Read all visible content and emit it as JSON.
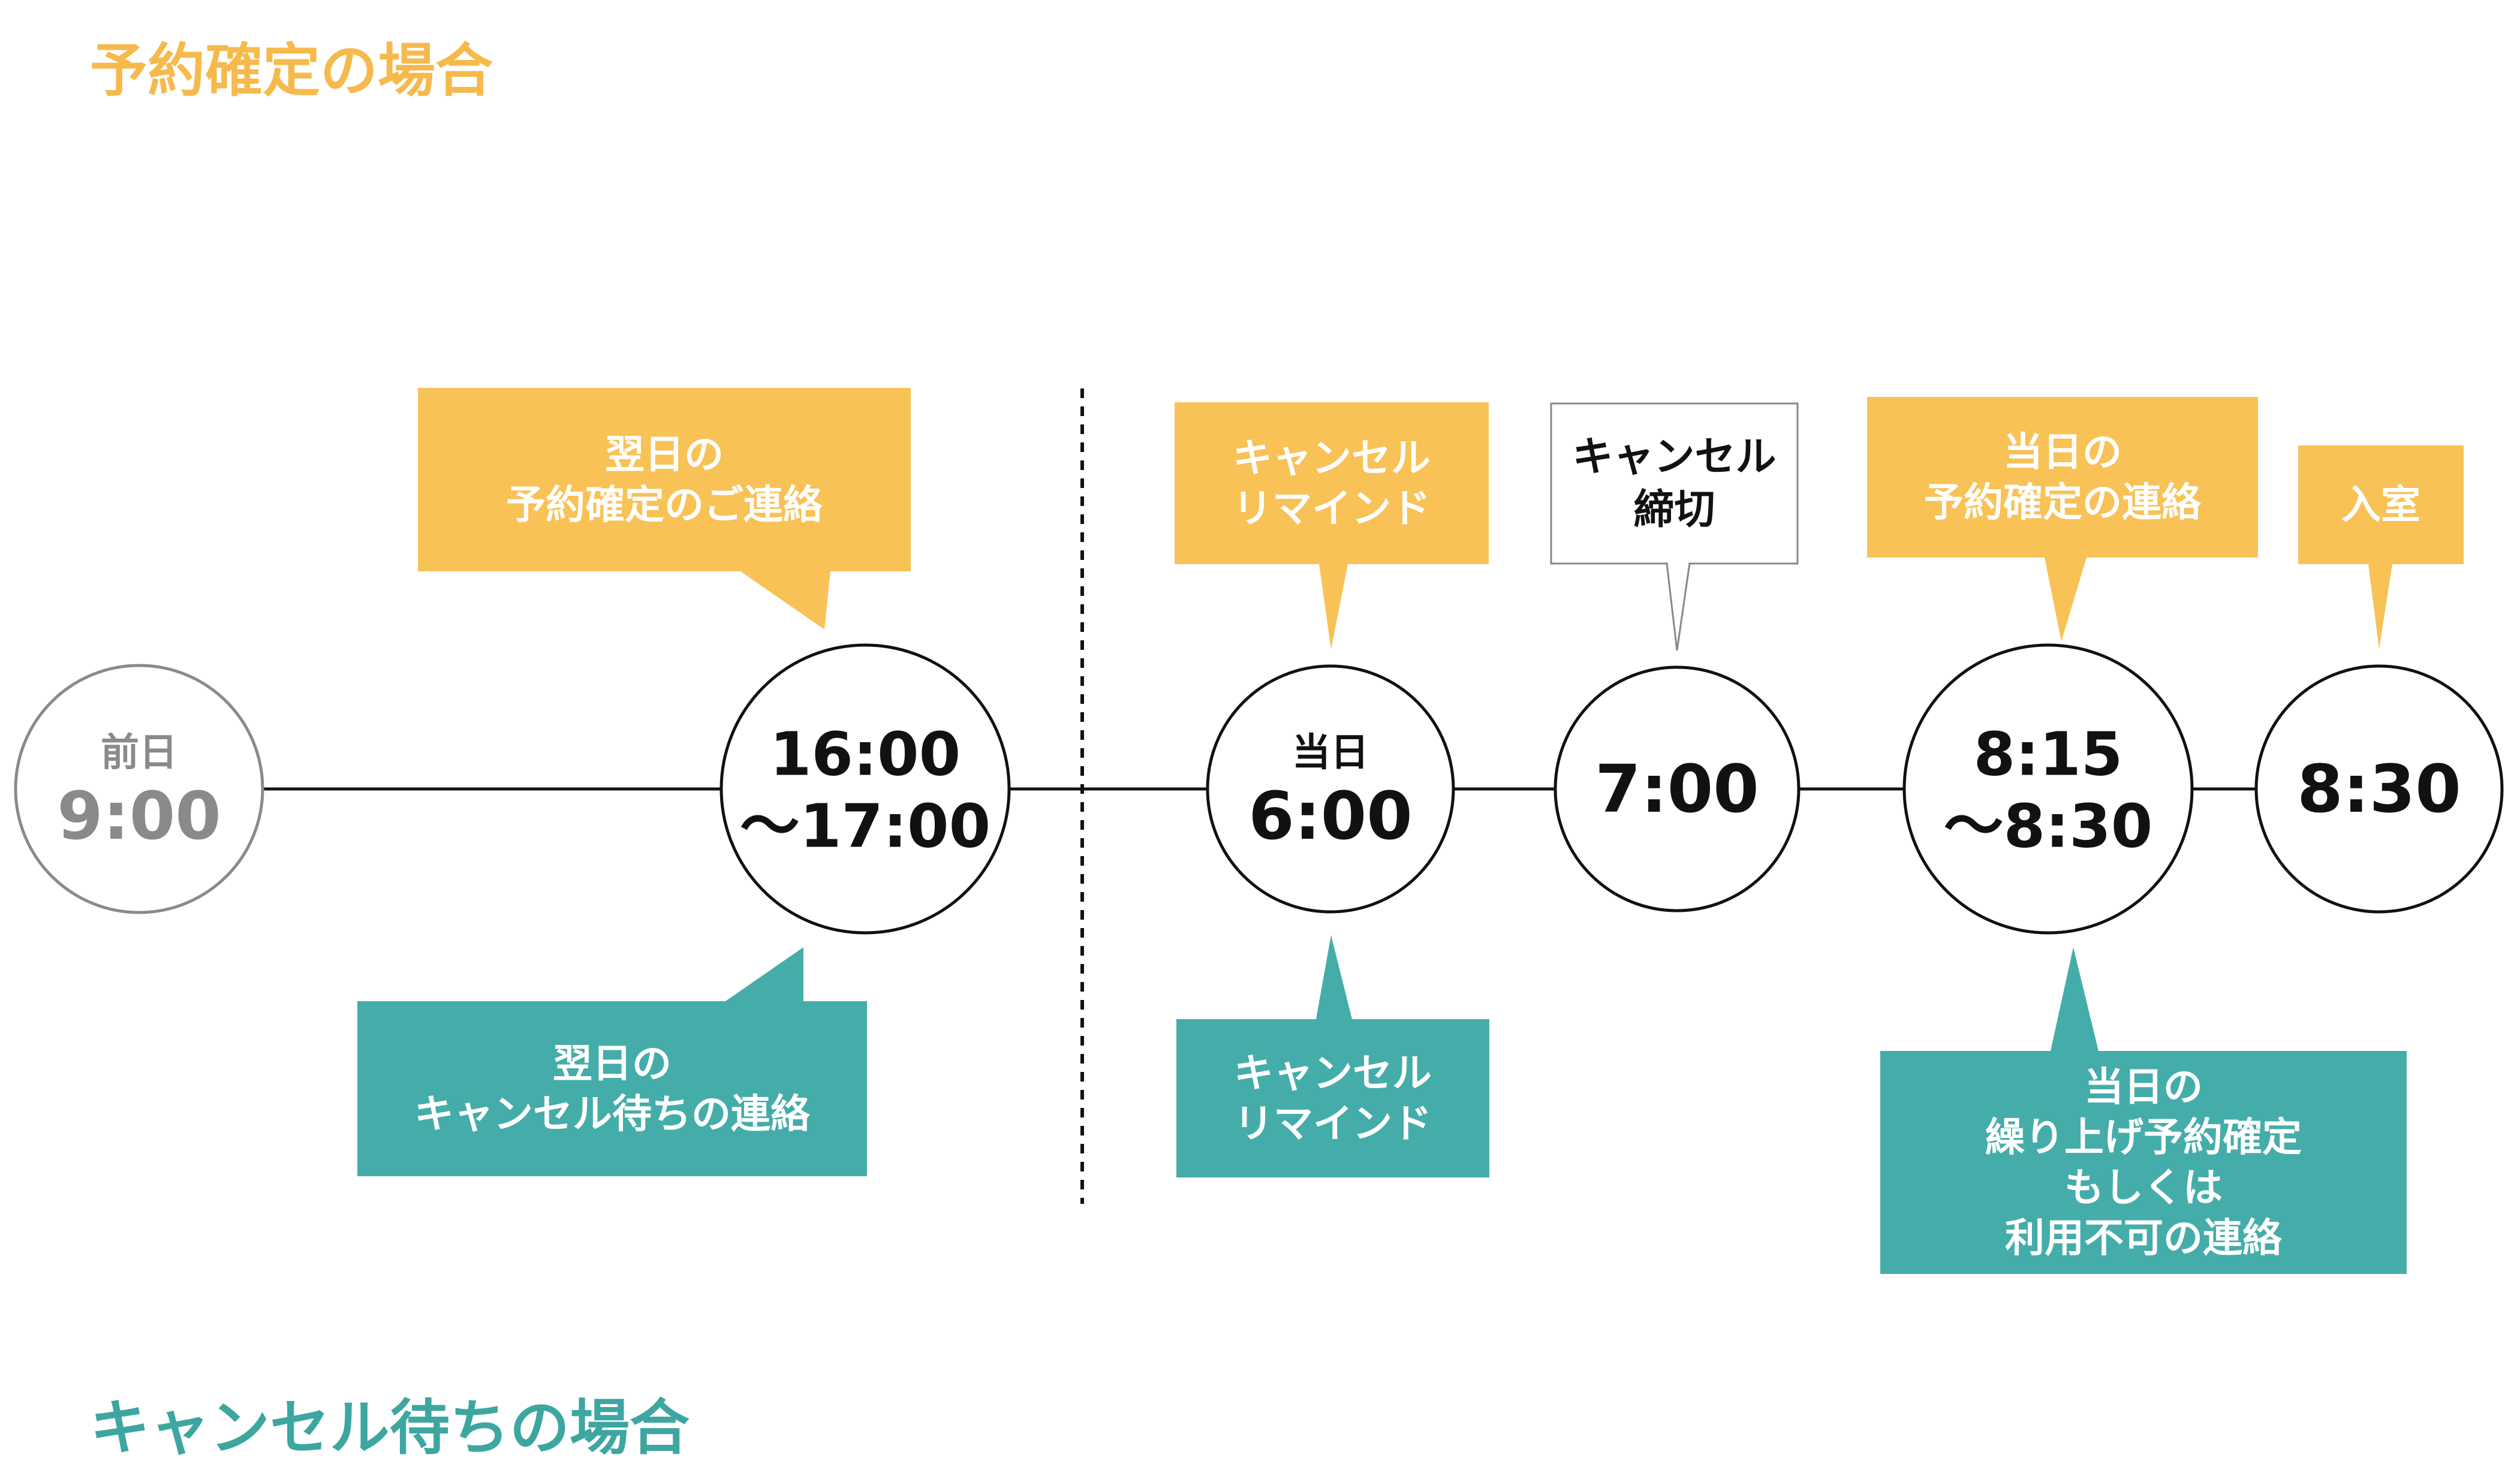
{
  "colors": {
    "orange": "#f8c257",
    "teal": "#45ada9",
    "orange_title": "#f6b94c",
    "teal_title": "#3ea6a1",
    "black": "#111111",
    "gray": "#8a8a8a",
    "box_border": "#888888"
  },
  "titles": {
    "confirmed": "予約確定の場合",
    "waitlist": "キャンセル待ちの場合"
  },
  "nodes": [
    {
      "label": [
        "前日",
        "9:00"
      ],
      "style": "gray"
    },
    {
      "label": [
        "16:00",
        "〜17:00"
      ],
      "style": "black"
    },
    {
      "label": [
        "当日",
        "6:00"
      ],
      "style": "black"
    },
    {
      "label": [
        "7:00"
      ],
      "style": "black"
    },
    {
      "label": [
        "8:15",
        "〜8:30"
      ],
      "style": "black"
    },
    {
      "label": [
        "8:30"
      ],
      "style": "black"
    }
  ],
  "callouts_top": [
    {
      "node": 1,
      "lines": [
        "翌日の",
        "予約確定のご連絡"
      ],
      "color": "orange"
    },
    {
      "node": 2,
      "lines": [
        "キャンセル",
        "リマインド"
      ],
      "color": "orange"
    },
    {
      "node": 3,
      "lines": [
        "キャンセル",
        "締切"
      ],
      "color": "white"
    },
    {
      "node": 4,
      "lines": [
        "当日の",
        "予約確定の連絡"
      ],
      "color": "orange"
    },
    {
      "node": 5,
      "lines": [
        "入室"
      ],
      "color": "orange"
    }
  ],
  "callouts_bottom": [
    {
      "node": 1,
      "lines": [
        "翌日の",
        "キャンセル待ちの連絡"
      ],
      "color": "teal"
    },
    {
      "node": 2,
      "lines": [
        "キャンセル",
        "リマインド"
      ],
      "color": "teal"
    },
    {
      "node": 4,
      "lines": [
        "当日の",
        "繰り上げ予約確定",
        "もしくは",
        "利用不可の連絡"
      ],
      "color": "teal"
    }
  ]
}
